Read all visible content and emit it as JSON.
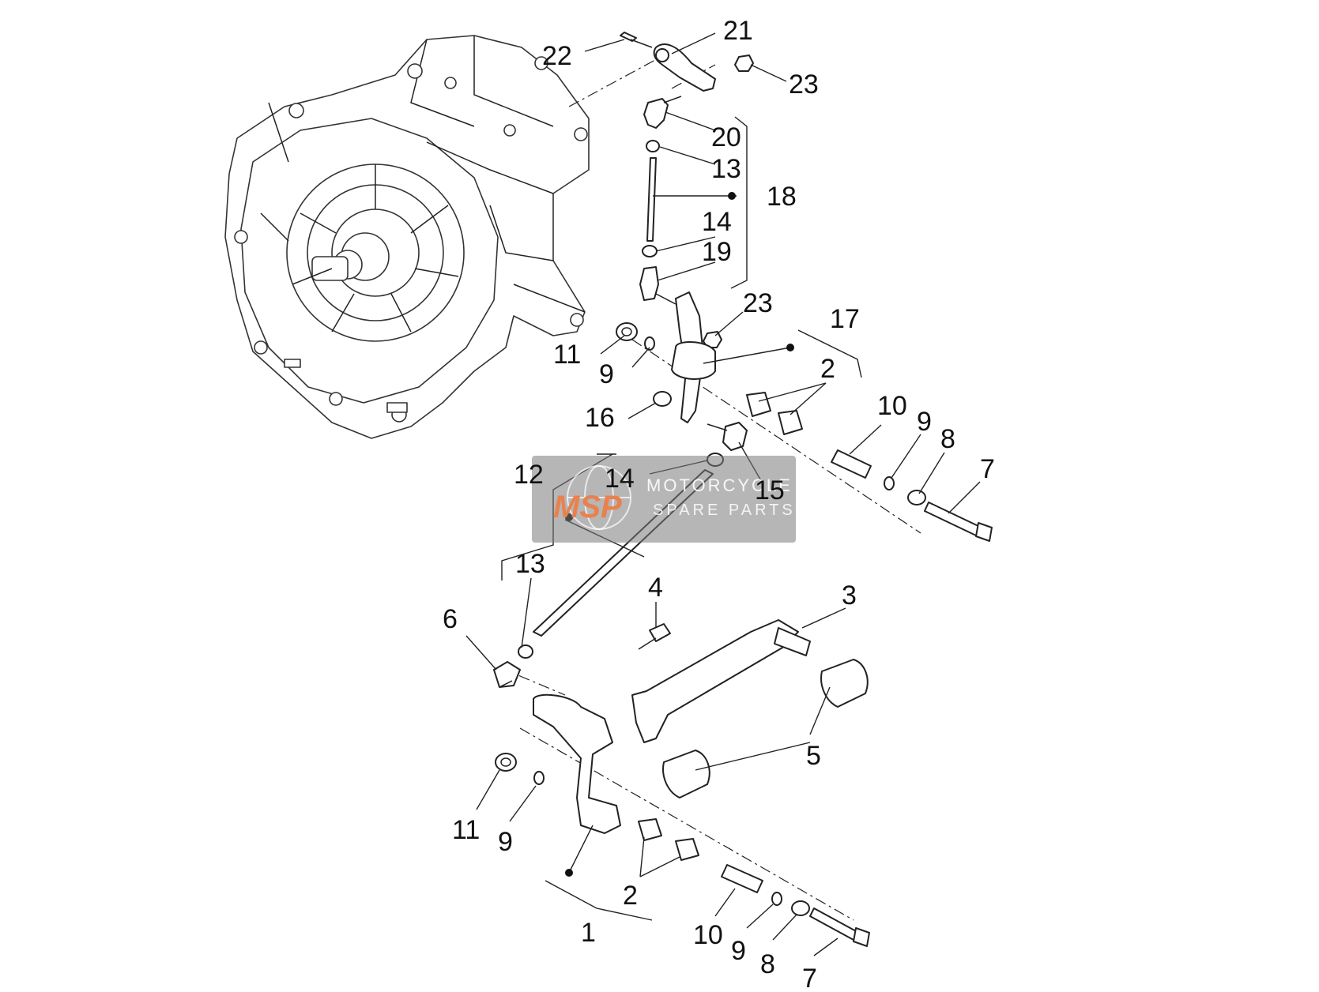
{
  "diagram": {
    "callouts": [
      "22",
      "21",
      "23",
      "20",
      "13",
      "18",
      "14",
      "19",
      "23",
      "17",
      "11",
      "9",
      "2",
      "16",
      "10",
      "9",
      "8",
      "7",
      "12",
      "14",
      "15",
      "13",
      "4",
      "3",
      "6",
      "5",
      "11",
      "9",
      "2",
      "10",
      "9",
      "8",
      "7",
      "1"
    ]
  },
  "watermark": {
    "logo": "MSP",
    "line1": "MOTORCYCLE",
    "line2": "SPARE PARTS"
  }
}
